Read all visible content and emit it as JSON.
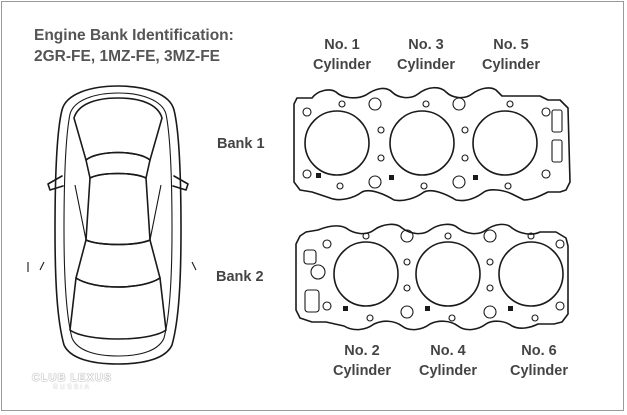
{
  "heading": {
    "line1": "Engine Bank Identification:",
    "line2": "2GR-FE, 1MZ-FE, 3MZ-FE"
  },
  "banks": {
    "bank1": "Bank 1",
    "bank2": "Bank 2"
  },
  "cylinders": {
    "top": [
      {
        "number": "No. 1",
        "word": "Cylinder"
      },
      {
        "number": "No. 3",
        "word": "Cylinder"
      },
      {
        "number": "No. 5",
        "word": "Cylinder"
      }
    ],
    "bottom": [
      {
        "number": "No. 2",
        "word": "Cylinder"
      },
      {
        "number": "No. 4",
        "word": "Cylinder"
      },
      {
        "number": "No. 6",
        "word": "Cylinder"
      }
    ]
  },
  "watermark": {
    "line1": "CLUB LEXUS",
    "line2": "RUSSIA"
  }
}
